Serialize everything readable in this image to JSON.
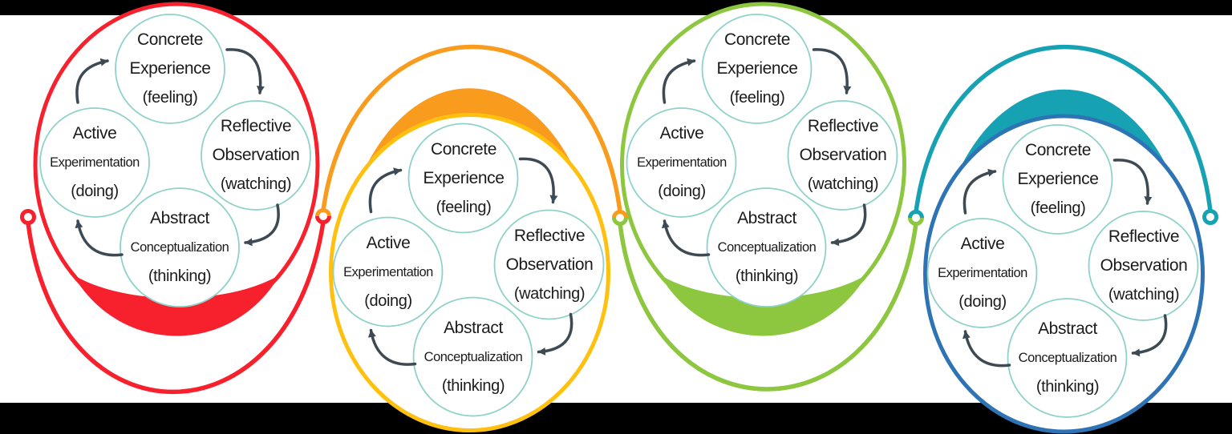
{
  "colors": {
    "background": "#FFFFFF",
    "letterbox": "#000000",
    "red": "#F7212E",
    "gold": "#FFC010",
    "orange": "#F99C1E",
    "green": "#8DC63F",
    "teal": "#17A2B4",
    "blue": "#2E74B5",
    "node_stroke": "#8FD2C9",
    "arrow": "#3D4A54",
    "text": "#1B1B1B"
  },
  "node_labels": {
    "ce": {
      "lines": [
        "Concrete",
        "Experience",
        "(feeling)"
      ]
    },
    "ro": {
      "lines": [
        "Reflective",
        "Observation",
        "(watching)"
      ]
    },
    "ac": {
      "lines": [
        "Abstract",
        "Conceptualization",
        "(thinking)"
      ]
    },
    "ae": {
      "lines": [
        "Active",
        "Experimentation",
        "(doing)"
      ]
    }
  },
  "cycles": [
    {
      "name": "cycle-1",
      "outline": "red",
      "crescent": "red",
      "swoosh_position": "bottom"
    },
    {
      "name": "cycle-2",
      "outline": "gold",
      "crescent": "orange",
      "swoosh_position": "top"
    },
    {
      "name": "cycle-3",
      "outline": "green",
      "crescent": "green",
      "swoosh_position": "bottom"
    },
    {
      "name": "cycle-4",
      "outline": "blue",
      "crescent": "teal",
      "swoosh_position": "top"
    }
  ]
}
